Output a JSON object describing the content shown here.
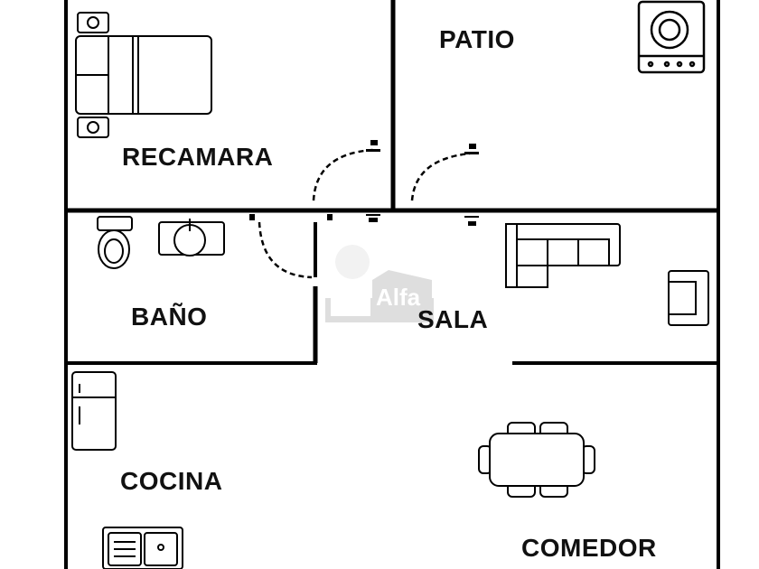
{
  "rooms": {
    "recamara": "RECAMARA",
    "patio": "PATIO",
    "bano": "BAÑO",
    "sala": "SALA",
    "cocina": "COCINA",
    "comedor": "COMEDOR"
  },
  "watermark": "Alfa",
  "colors": {
    "wall": "#000000",
    "watermark": "#d0d0d0"
  }
}
